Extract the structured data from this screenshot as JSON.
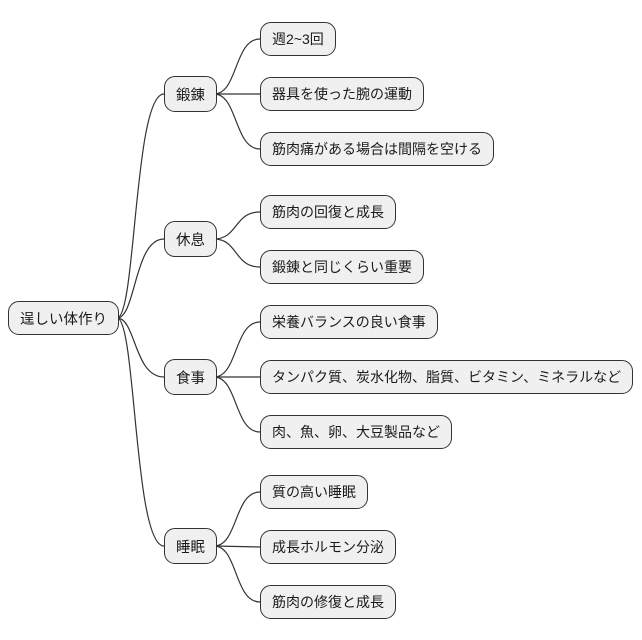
{
  "diagram": {
    "type": "mindmap",
    "root": {
      "label": "逞しい体作り"
    },
    "branches": [
      {
        "label": "鍛錬",
        "children": [
          "週2~3回",
          "器具を使った腕の運動",
          "筋肉痛がある場合は間隔を空ける"
        ]
      },
      {
        "label": "休息",
        "children": [
          "筋肉の回復と成長",
          "鍛錬と同じくらい重要"
        ]
      },
      {
        "label": "食事",
        "children": [
          "栄養バランスの良い食事",
          "タンパク質、炭水化物、脂質、ビタミン、ミネラルなど",
          "肉、魚、卵、大豆製品など"
        ]
      },
      {
        "label": "睡眠",
        "children": [
          "質の高い睡眠",
          "成長ホルモン分泌",
          "筋肉の修復と成長"
        ]
      }
    ],
    "colors": {
      "node_fill": "#f0f0f0",
      "node_border": "#333333",
      "edge": "#333333",
      "background": "#ffffff",
      "text": "#1a1a1a"
    }
  }
}
